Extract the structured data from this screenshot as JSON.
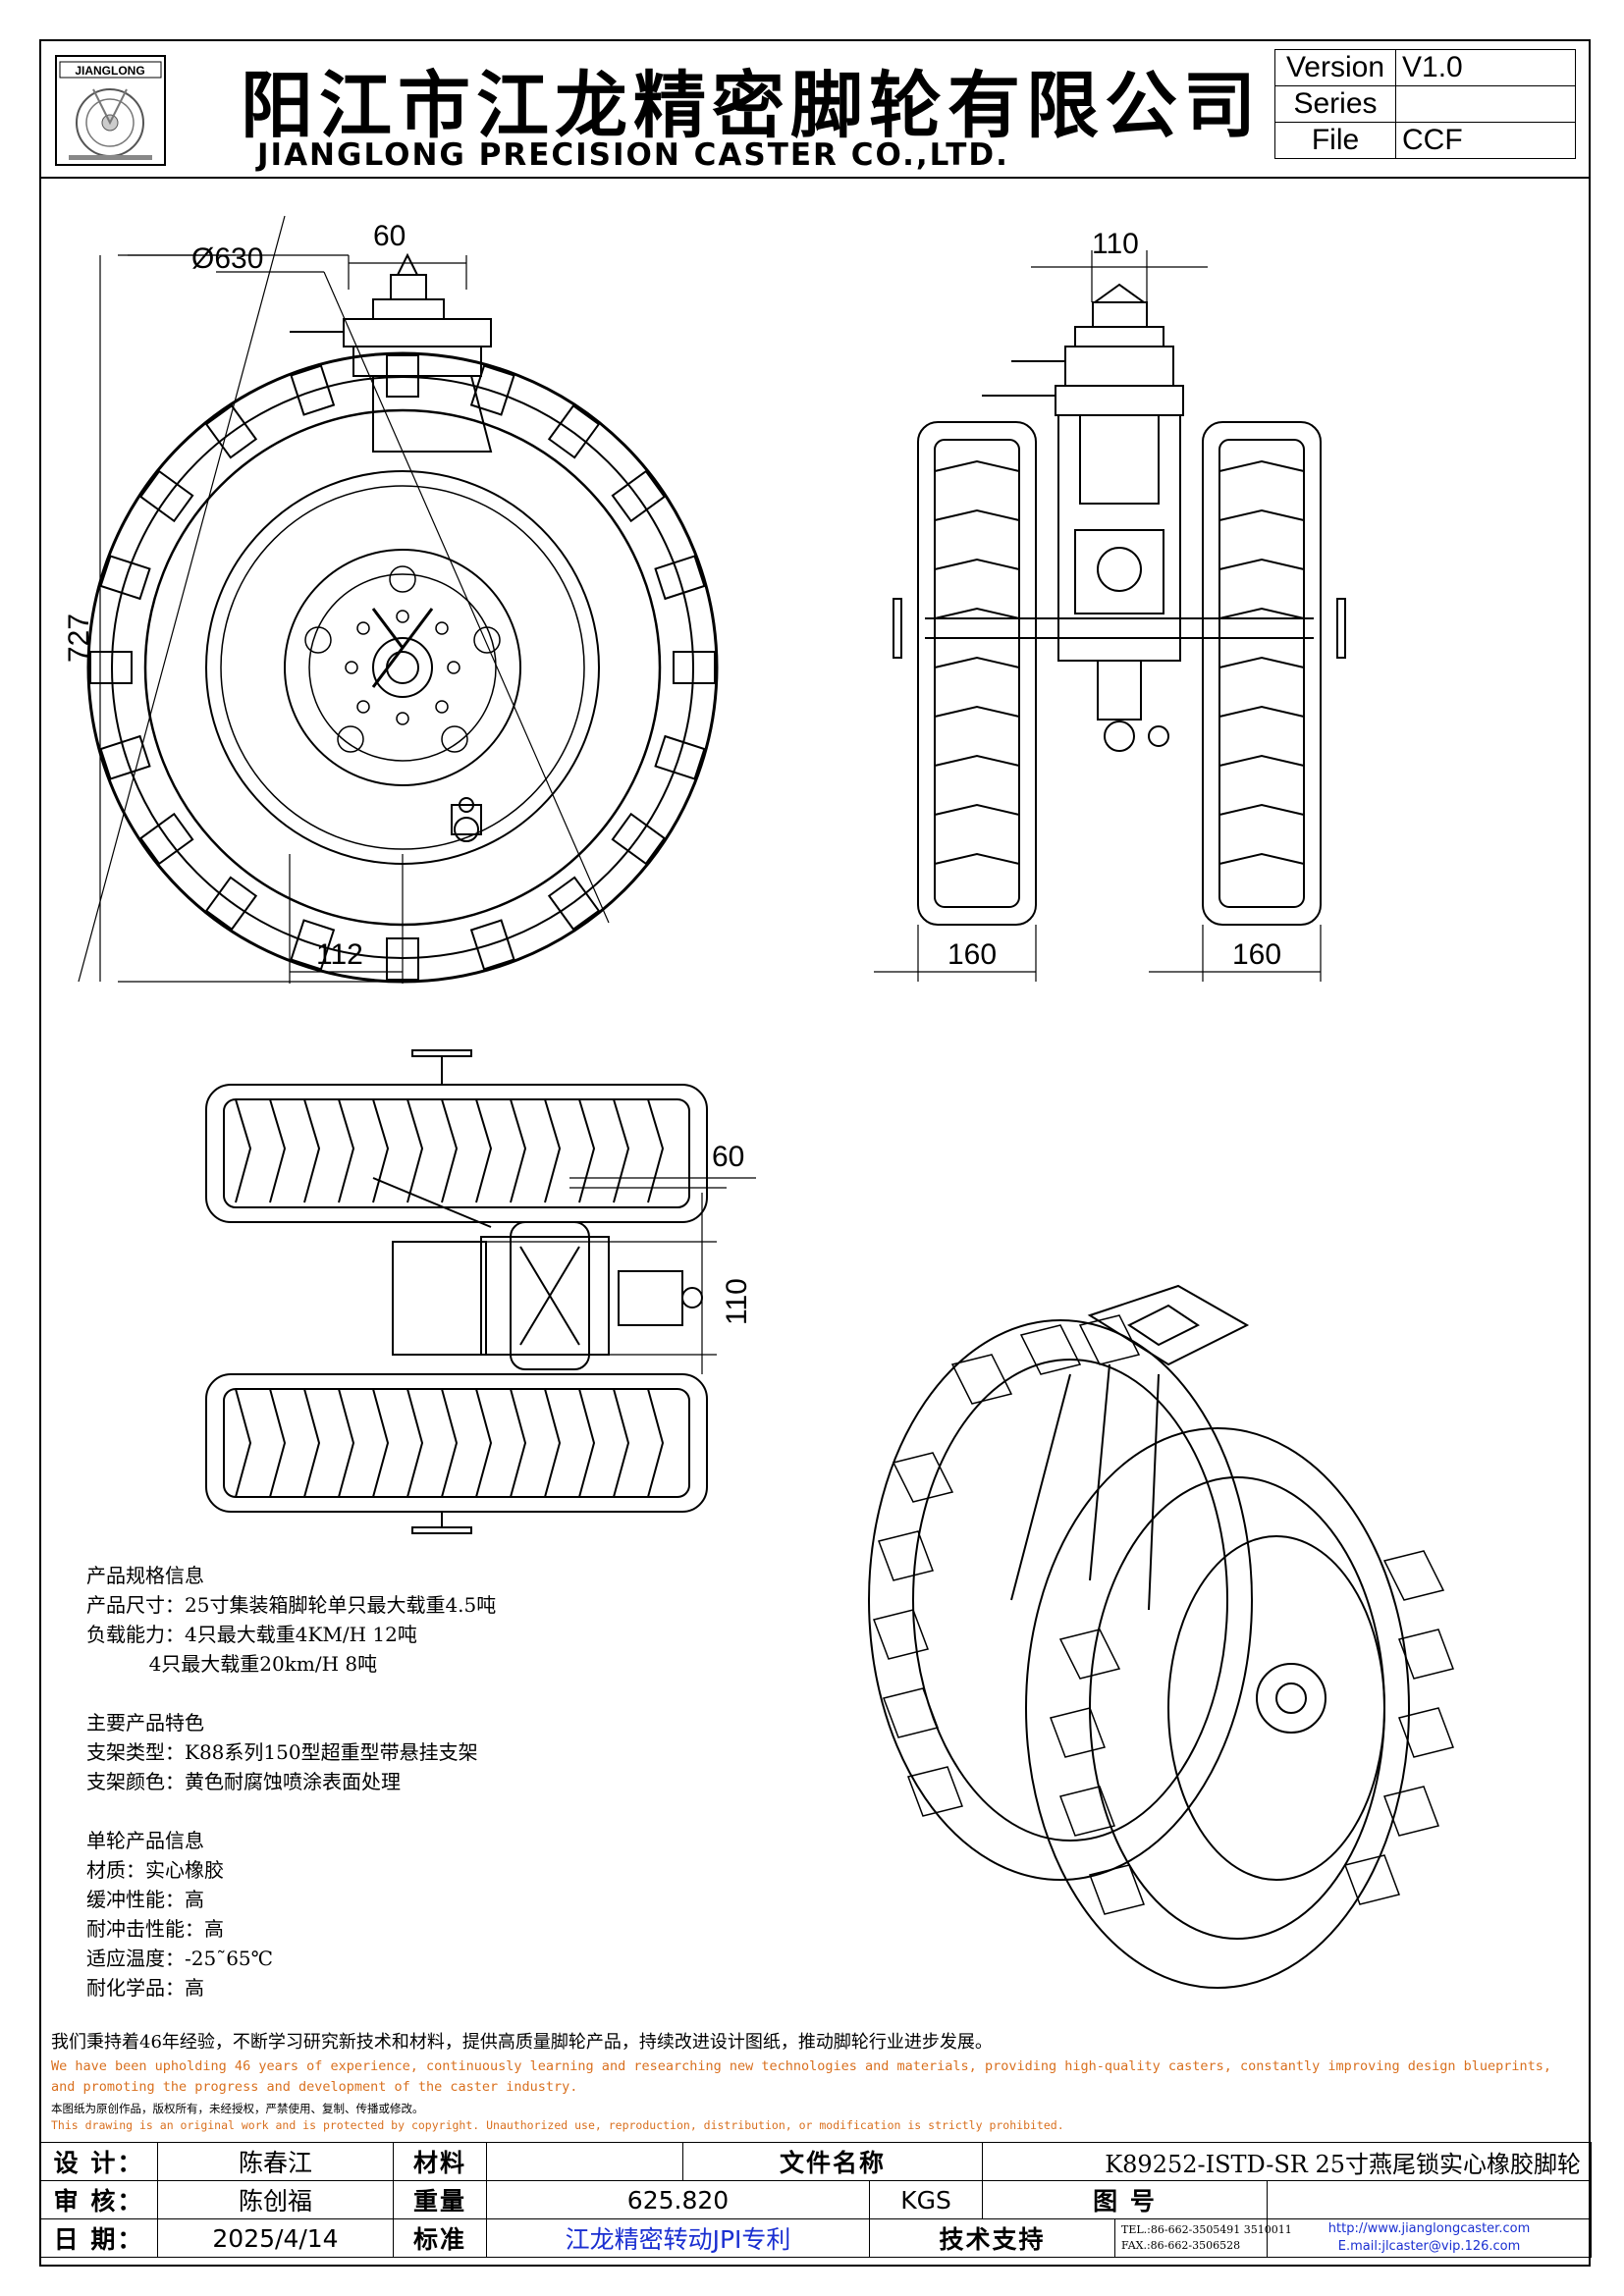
{
  "header": {
    "logo_text": "JIANGLONG",
    "title_cn": "阳江市江龙精密脚轮有限公司",
    "title_en": "JIANGLONG PRECISION CASTER CO.,LTD.",
    "version_label": "Version",
    "version_value": "V1.0",
    "series_label": "Series",
    "series_value": "",
    "file_label": "File",
    "file_value": "CCF"
  },
  "dimensions": {
    "side_width": "60",
    "diameter": "Ø630",
    "height": "727",
    "offset": "112",
    "front_top": "110",
    "front_left_wheel": "160",
    "front_right_wheel": "160",
    "top_view_60": "60",
    "top_view_110": "110"
  },
  "specs": {
    "sec1_title": "产品规格信息",
    "sec1_line1": "产品尺寸：25寸集装箱脚轮单只最大载重4.5吨",
    "sec1_line2": "负载能力：4只最大载重4KM/H 12吨",
    "sec1_line3": "          4只最大载重20km/H 8吨",
    "sec2_title": "主要产品特色",
    "sec2_line1": "支架类型：K88系列150型超重型带悬挂支架",
    "sec2_line2": "支架颜色：黄色耐腐蚀喷涂表面处理",
    "sec3_title": "单轮产品信息",
    "sec3_line1": "材质：实心橡胶",
    "sec3_line2": "缓冲性能：高",
    "sec3_line3": "耐冲击性能：高",
    "sec3_line4": "适应温度：-25˜65℃",
    "sec3_line5": "耐化学品：高"
  },
  "footer": {
    "cn_line": "我们秉持着46年经验，不断学习研究新技术和材料，提供高质量脚轮产品，持续改进设计图纸，推动脚轮行业进步发展。",
    "en_line1": "We have been upholding 46 years of experience, continuously learning and researching new technologies and materials, providing high-quality casters, constantly improving design blueprints,",
    "en_line2": "and promoting the progress and development of the caster industry.",
    "notice_cn": "本图纸为原创作品，版权所有，未经授权，严禁使用、复制、传播或修改。",
    "notice_en": "This drawing is an original work and is protected by copyright. Unauthorized use, reproduction, distribution, or modification is strictly prohibited."
  },
  "title_block": {
    "design_label": "设 计：",
    "design_value": "陈春江",
    "material_label": "材料",
    "material_value": "",
    "filename_label": "文件名称",
    "filename_value": "K89252-ISTD-SR 25寸燕尾锁实心橡胶脚轮",
    "review_label": "审 核：",
    "review_value": "陈创福",
    "weight_label": "重量",
    "weight_value": "625.820",
    "weight_unit": "KGS",
    "drawing_label": "图    号",
    "drawing_value": "",
    "date_label": "日 期：",
    "date_value": "2025/4/14",
    "standard_label": "标准",
    "standard_value": "江龙精密转动JPI专利",
    "support_label": "技术支持",
    "tel": "TEL.:86-662-3505491 3510011",
    "fax": "FAX.:86-662-3506528",
    "web": "http://www.jianglongcaster.com",
    "email": "E.mail:jlcaster@vip.126.com"
  }
}
